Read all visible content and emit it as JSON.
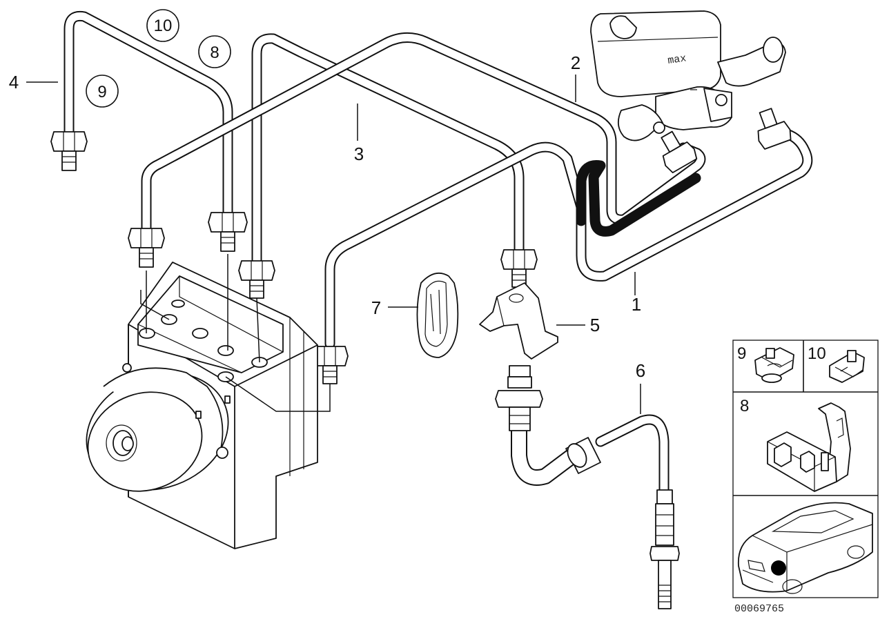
{
  "callouts": {
    "c1": "1",
    "c2": "2",
    "c3": "3",
    "c4": "4",
    "c5": "5",
    "c6": "6",
    "c7": "7"
  },
  "circled": {
    "n10": "10",
    "n8": "8",
    "n9": "9"
  },
  "inset": {
    "n9": "9",
    "n10": "10",
    "n8": "8"
  },
  "diagram_code": "00069765"
}
